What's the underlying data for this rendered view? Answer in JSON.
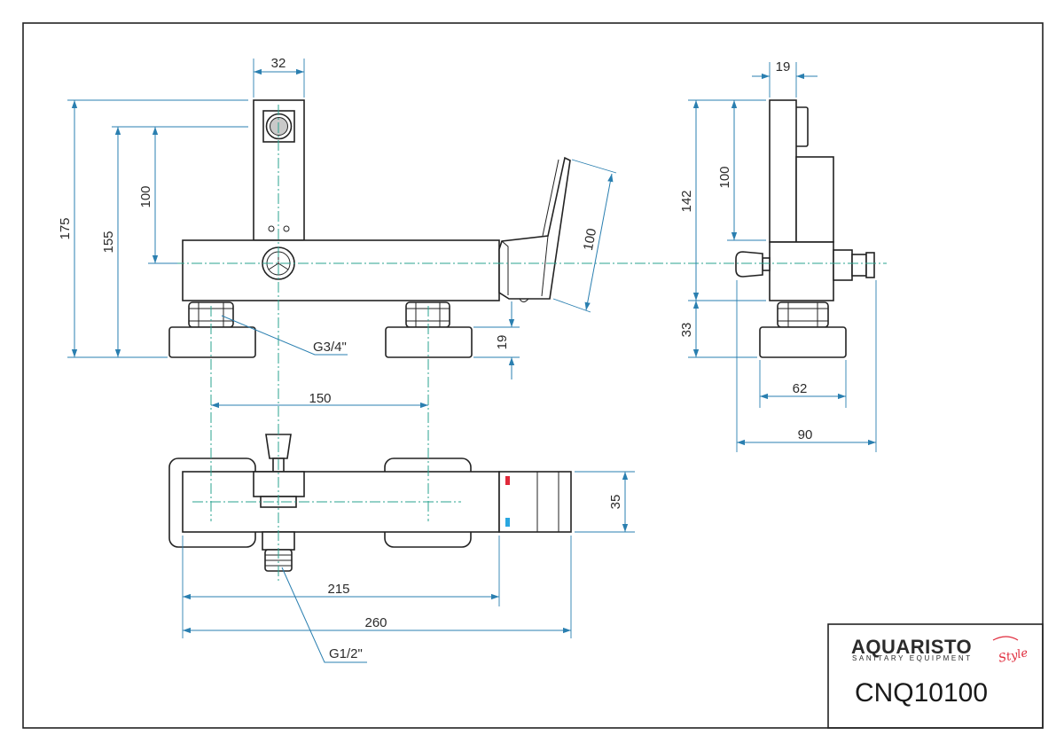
{
  "dimensions": {
    "top_width": "32",
    "h175": "175",
    "h155": "155",
    "h100_left": "100",
    "handle_100": "100",
    "nut_19": "19",
    "pitch_150": "150",
    "thread_g34": "G3/4\"",
    "side_19": "19",
    "side_142": "142",
    "side_100": "100",
    "side_33": "33",
    "side_62": "62",
    "side_90": "90",
    "plan_35": "35",
    "plan_215": "215",
    "plan_260": "260",
    "thread_g12": "G1/2\""
  },
  "title_block": {
    "brand": "AQUARISTO",
    "tagline": "SANITARY EQUIPMENT",
    "brand_script": "Style",
    "model": "CNQ10100"
  },
  "colors": {
    "dimension_lines": "#2a7fb0",
    "center_lines": "#2aa38f",
    "outline": "#222222",
    "hot": "#e0293a",
    "cold": "#2aa7e0",
    "brand_accent": "#e0293a"
  }
}
